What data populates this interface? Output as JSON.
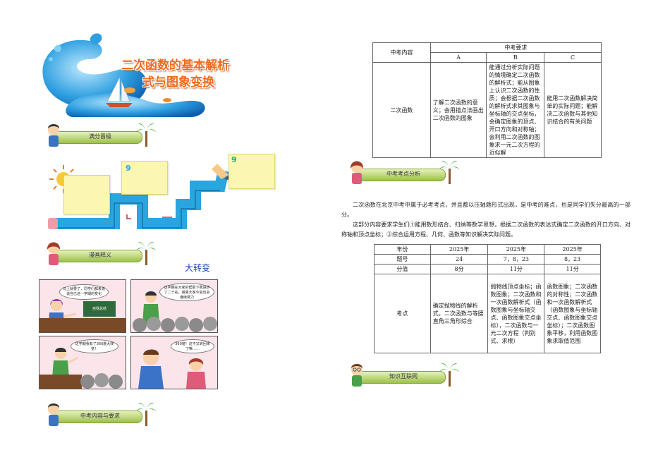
{
  "title": {
    "line1": "二次函数的基本解析",
    "line2": "式与图象变换"
  },
  "sections": {
    "full_marks": "满分晋级",
    "comic": "漫画释义",
    "requirements": "中考内容与要求",
    "exam_analysis": "中考考点分析",
    "knowledge_net": "知识互联网"
  },
  "comic": {
    "title": "大转变",
    "bubble1": "马上就要了，同学们都来说说自己这一学期的变化",
    "board1": "自我总结",
    "bubble2": "这学期在大家的帮助下我进步了二十名，谢谢大家今后也会继续努力",
    "bubble3": "这学期我有了360度大转变！",
    "bubble4": "360度！这不又转回来了嘛……"
  },
  "req_table": {
    "col_content": "中考内容",
    "col_require": "中考要求",
    "levels": [
      "A",
      "B",
      "C"
    ],
    "row_label": "二次函数",
    "a_text": "了解二次函数的意义；会用描点法画出二次函数的图象",
    "b_text": "能通过分析实际问题的情境确定二次函数的解析式；能从图象上认识二次函数的性质；会根据二次函数的解析式求其图象与坐标轴的交点坐标，会确定图象的顶点、开口方向和对称轴；会利用二次函数的图象求一元二次方程的近似解",
    "c_text": "能用二次函数解决简单的实际问题；能解决二次函数与其他知识结合的有关问题"
  },
  "analysis": {
    "para1": "二次函数在北京中考中属于必考考点，并且都以压轴题形式出现，是中考的难点，也是同学们失分最高的一部分。",
    "para2": "这部分内容要求学生们①能用数形结合、归纳等数学思想，根据二次函数的表达式确定二次函数的开口方向、对称轴和顶点坐标；②综合运用方程、几何、函数等知识解决实际问题。"
  },
  "exam_table": {
    "row_year": "年份",
    "years": [
      "2025年",
      "2025年",
      "2025年"
    ],
    "row_question": "题号",
    "questions": [
      "24",
      "7，8，23",
      "8，23"
    ],
    "row_score": "分值",
    "scores": [
      "8分",
      "11分",
      "11分"
    ],
    "row_point": "考点",
    "points": [
      "确定抛物线的解析式，二次函数与等腰直角三角形综合",
      "抛物线顶点坐标；函数图象；二次函数和一次函数解析式（函数图象与坐标轴交点、函数图象交点坐标），二次函数与一元二次方程（判别式、求根）",
      "函数图象；二次函数的对称性；二次函数和一次函数解析式（函数图象与坐标轴交点、函数图象交点坐标）；二次函数图象平移，利用函数图象求取值范围"
    ]
  },
  "colors": {
    "title_orange": "#f06a1a",
    "banner_green": "#9cc04c",
    "comic_blue": "#1a3fb8",
    "pencil_blue": "#2aa6df"
  }
}
